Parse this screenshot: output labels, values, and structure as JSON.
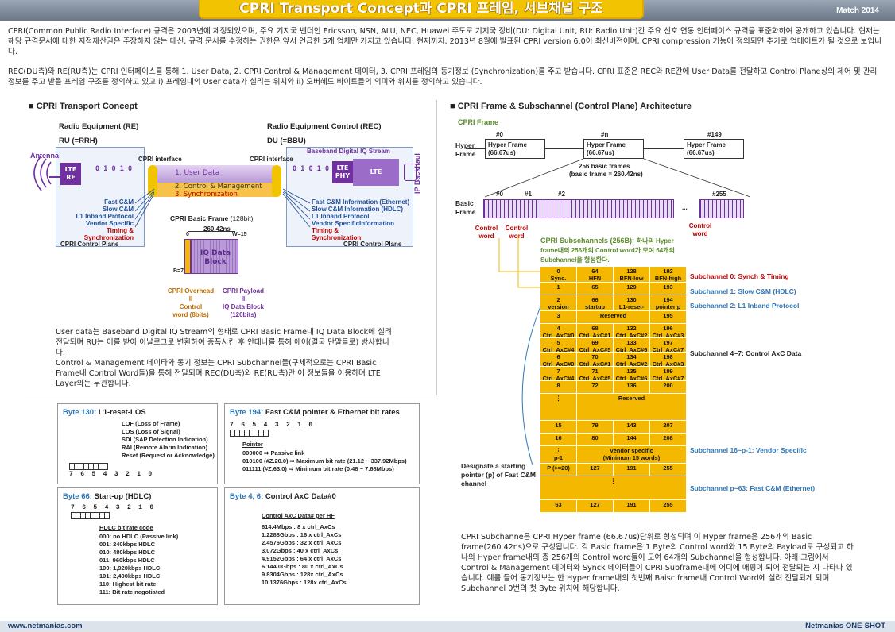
{
  "header": {
    "title": "CPRI Transport Concept과 CPRI 프레임, 서브채널 구조",
    "date": "Match 2014"
  },
  "intro": {
    "p1": "CPRI(Common Public Radio Interface) 규격은 2003년에 제정되었으며, 주요 기지국 벤더인 Ericsson, NSN, ALU, NEC, Huawei 주도로 기지국 장비(DU: Digital Unit, RU: Radio Unit)간 주요 신호 연동 인터페이스 규격을 표준화하여 공개하고 있습니다. 현재는 해당 규격문서에 대한 지적재산권은 주장하지 않는 대신, 규격 문서를 수정하는 권한은 앞서 언급한 5개 업체만 가지고 있습니다. 현재까지, 2013년 8월에 발표된 CPRI version 6.0이 최신버전이며, CPRI compression 기능이 정의되면 추가로 업데이트가 될 것으로 보입니다.",
    "p2": "REC(DU측)와 RE(RU측)는 CPRI 인터페이스를 통해 1. User Data, 2. CPRI Control & Management 데이터, 3. CPRI 프레임의 동기정보 (Synchronization)를 주고 받습니다. CPRI 표준은 REC와 RE간에 User Data를 전달하고 Control Plane상의 제어 및 관리 정보를 주고 받을 프레임 구조를 정의하고 있고 i) 프레임내의 User data가 실리는 위치와 ii) 오버헤드 바이트들의 의미와 위치를 정의하고 있습니다."
  },
  "left": {
    "section_title": "CPRI Transport Concept",
    "re_title": "Radio Equipment (RE)",
    "ru": "RU (=RRH)",
    "rec_title": "Radio Equipment Control (REC)",
    "du": "DU (=BBU)",
    "antenna": "Antenna",
    "lte_rf": "LTE RF",
    "lte_phy": "LTE PHY",
    "lte": "LTE",
    "ip_backhaul": "IP Backhaul",
    "cpri_if_left": "CPRI  interface",
    "cpri_if_right": "CPRI  interface",
    "bb_iq": "Baseband Digital IQ Stream",
    "bits_left": "0 1 0 1 0",
    "bits_right": "0 1 0 1 0",
    "tube": [
      "1. User Data",
      "2. Control & Management",
      "3. Synchronization"
    ],
    "left_list": [
      "Fast C&M",
      "Slow C&M",
      "L1 Inband Protocol",
      "Vendor Specific",
      "Timing &",
      "Synchronization"
    ],
    "left_cp": "CPRI Control Plane",
    "right_list": [
      "Fast C&M Information (Ethernet)",
      "Slow C&M Information (HDLC)",
      "L1 Inband Protocol",
      "Vendor SpecificInformation",
      "Timing &",
      "Synchronization"
    ],
    "right_cp": "CPRI Control Plane",
    "bf_title": "CPRI Basic Frame",
    "bf_bits": "(128bit)",
    "bf_time": "260.42ns",
    "bf_0": "0",
    "bf_w": "W=15",
    "bf_b": "B=7",
    "bf_block": "IQ Data Block",
    "ovh": [
      "CPRI Overhead",
      "II",
      "Control",
      "word (8bits)"
    ],
    "pay": [
      "CPRI Payload",
      "II",
      "IQ Data Block",
      "(120bits)"
    ],
    "desc": "User data는 Baseband Digital IQ Stream의 형태로 CPRI Basic Frame내 IQ Data Block에 실려 전달되며 RU는 이를 받아 아날로그로 변환하여 증폭시킨 후 안테나를 통해 에어(결국 단말들로) 방사합니다.",
    "desc2": "Control & Management 데이타와 동기 정보는 CPRI Subchannel들(구체적으로는 CPRI Basic Frame내 Control Word들)을 통해 전달되며 REC(DU측)와 RE(RU측)만 이 정보들을 이용하며 LTE Layer와는 무관합니다."
  },
  "right": {
    "section_title": "CPRI Frame & Subschannel (Control Plane) Architecture",
    "cpri_frame": "CPRI Frame",
    "hyper_frame": "Hyper Frame",
    "basic_frame": "Basic Frame",
    "hf_nums": [
      "#0",
      "#n",
      "#149"
    ],
    "hf_box": "Hyper Frame (66.67us)",
    "bf256": "256 basic frames",
    "bf256b": "(basic frame = 260.42ns)",
    "bf_nums": [
      "#0",
      "#1",
      "#2",
      "#255"
    ],
    "dots": "...",
    "cw": "Control word",
    "sub_title": "CPRI Subschannels (256B):",
    "sub_desc": "하나의 Hyper frame내의 256개의 Control word가 모여 64개의 Subchannel을 형성한다.",
    "designate": "Designate a starting pointer (p) of Fast C&M channel",
    "rows": [
      [
        "0\nSync.",
        "64\nHFN",
        "128\nBFN-low",
        "192\nBFN-high"
      ],
      [
        "1",
        "65",
        "129",
        "193"
      ],
      [
        "2\nversion",
        "66\nstartup",
        "130\nL1-reset-LOS…",
        "194\npointer p"
      ],
      [
        "3",
        "Reserved",
        "",
        "195"
      ],
      [
        "4\nCtrl_AxC#0",
        "68\nCtrl_AxC#1",
        "132\nCtrl_AxC#2",
        "196\nCtrl_AxC#3"
      ],
      [
        "5\nCtrl_AxC#4",
        "69\nCtrl_AxC#5",
        "133\nCtrl_AxC#6",
        "197\nCtrl_AxC#7"
      ],
      [
        "6\nCtrl_AxC#0",
        "70\nCtrl_AxC#1",
        "134\nCtrl_AxC#2",
        "198\nCtrl_AxC#3"
      ],
      [
        "7\nCtrl_AxC#4",
        "71\nCtrl_AxC#5",
        "135\nCtrl_AxC#6",
        "199\nCtrl_AxC#7"
      ],
      [
        "8",
        "72",
        "136",
        "200"
      ],
      [
        "⋮",
        "Reserved",
        "",
        ""
      ],
      [
        "15",
        "79",
        "143",
        "207"
      ],
      [
        "16",
        "80",
        "144",
        "208"
      ],
      [
        "⋮\np-1",
        "Vendor specific\n(Minimum 15 words)",
        "",
        ""
      ],
      [
        "P (>=20)",
        "127",
        "191",
        "255"
      ],
      [
        "⋮",
        "",
        "",
        ""
      ],
      [
        "63",
        "127",
        "191",
        "255"
      ]
    ],
    "sublabels": [
      "Subchannel 0: Synch & Timing",
      "Subchannel 1: Slow C&M (HDLC)",
      "Subchannel 2: L1 Inband Protocol",
      "Subchannel 4~7: Control AxC Data",
      "Subchannel 16~p-1: Vendor Specific",
      "Subchannel p~63: Fast C&M (Ethernet)"
    ],
    "desc": "CPRI Subchanne은 CPRI Hyper frame (66.67us)단위로 형성되며 이 Hyper frame은 256개의 Basic frame(260.42ns)으로 구성됩니다. 각 Basic frame은 1 Byte의 Control word와 15 Byte의 Payload로 구성되고 하나의 Hyper frame내의 총 256개의 Control word들이 모여 64개의 Subchannel을 형성합니다. 아래 그림에서 Control & Management 데이터와 Synck 데이터들이 CPRI Subframe내에 어디에 매핑이 되어 전달되는 지 나타나 있습니다. 예를 들어 동기정보는 한 Hyper frame내의 첫번째 Baisc frame내 Control Word에 실려 전달되게 되며 Subchannel 0번의 첫 Byte 위치에 해당합니다."
  },
  "byte130": {
    "title_a": "Byte 130:",
    "title_b": " L1-reset-LOS",
    "items": [
      "LOF (Loss of Frame)",
      "LOS (Loss of Signal)",
      "SDI (SAP Detection Indication)",
      "RAI (Remote Alarm Indication)",
      "Reset (Request or Acknowledge)"
    ],
    "bits": "7 6 5 4 3 2 1 0"
  },
  "byte194": {
    "title_a": "Byte 194:",
    "title_b": " Fast C&M pointer & Ethernet bit rates",
    "bits": "7 6 5 4 3 2 1 0",
    "pointer": "Pointer",
    "lines": [
      "000000           ⇨ Passive link",
      "010100 (#Z.20.0) ⇨ Maximum  bit rate (21.12 ~ 337.92Mbps)",
      "011111 (#Z.63.0) ⇨ Minimum  bit rate (0.48 ~ 7.68Mbps)"
    ]
  },
  "byte66": {
    "title_a": "Byte 66:",
    "title_b": " Start-up (HDLC)",
    "bits": "7 6 5 4 3 2 1 0",
    "head": "HDLC bit rate code",
    "lines": [
      "000: no HDLC (Passive link)",
      "001: 240kbps HDLC",
      "010: 480kbps HDLC",
      "011: 960kbps HDLC",
      "100: 1,920kbps HDLC",
      "101: 2,400kbps HDLC",
      "110: Highest bit rate",
      "111: Bit rate negotiated"
    ]
  },
  "byte46": {
    "title_a": "Byte 4, 6:",
    "title_b": " Control AxC Data#0",
    "head": "Control AxC Data# per HF",
    "lines": [
      "614.4Mbps :  8 x ctrl_AxCs",
      "1.2288Gbps : 16 x ctrl_AxCs",
      "2.4576Gbps : 32 x ctrl_AxCs",
      "3.072Gbps : 40 x ctrl_AxCs",
      "4.9152Gbps : 64 x ctrl_AxCs",
      "6.144.0Gbps : 80 x ctrl_AxCs",
      "9.8304Gbps : 128x ctrl_AxCs",
      "10.1376Gbps : 128x ctrl_AxCs"
    ]
  },
  "footer": {
    "left": "www.netmanias.com",
    "right": "Netmanias ONE-SHOT"
  },
  "colors": {
    "accent": "#f2c300",
    "purple": "#7030a0",
    "table": "#f5b800",
    "red": "#c00000",
    "blue": "#1f4e9c"
  }
}
